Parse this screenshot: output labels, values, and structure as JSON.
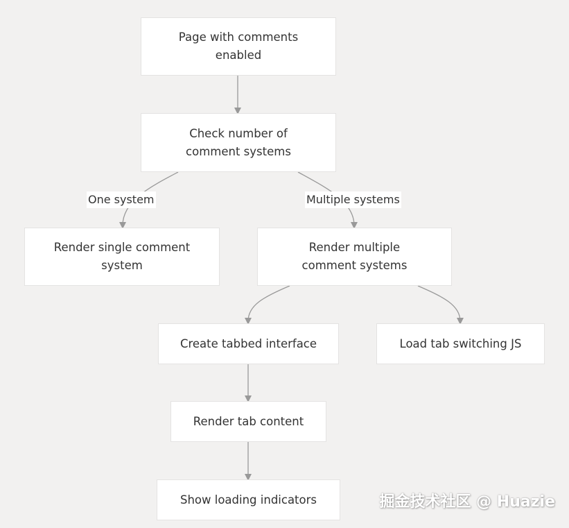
{
  "diagram": {
    "nodes": {
      "page": "Page with comments\nenabled",
      "check": "Check number of\ncomment systems",
      "single": "Render single comment\nsystem",
      "multiple": "Render multiple\ncomment systems",
      "tabbed": "Create tabbed interface",
      "js": "Load tab switching JS",
      "content": "Render tab content",
      "loading": "Show loading indicators"
    },
    "edge_labels": {
      "one": "One system",
      "multi": "Multiple systems"
    },
    "colors": {
      "background": "#f2f1f0",
      "node_fill": "#ffffff",
      "node_border": "#e4e3e2",
      "edge": "#999999",
      "text": "#333333"
    }
  },
  "watermark": {
    "text": "掘金技术社区 @ Huazie"
  }
}
